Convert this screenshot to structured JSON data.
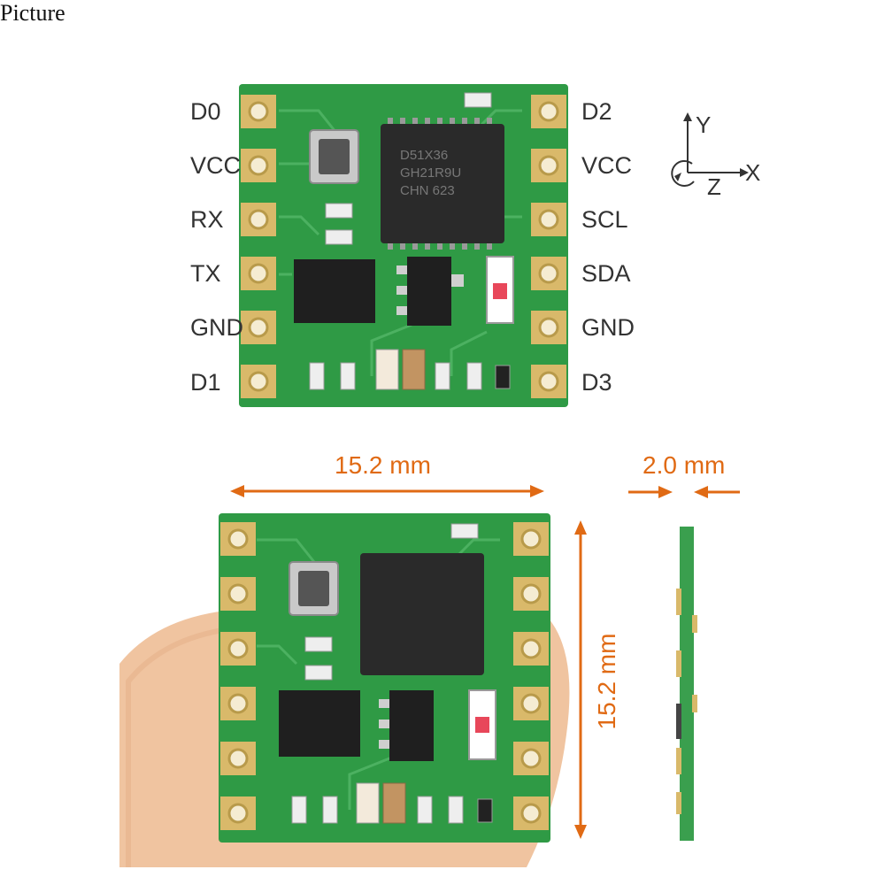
{
  "caption": "Picture",
  "pins_left": [
    "D0",
    "VCC",
    "RX",
    "TX",
    "GND",
    "D1"
  ],
  "pins_right": [
    "D2",
    "VCC",
    "SCL",
    "SDA",
    "GND",
    "D3"
  ],
  "axes": {
    "y": "Y",
    "x": "X",
    "z": "Z"
  },
  "dimensions": {
    "width": "15.2 mm",
    "height": "15.2 mm",
    "thickness": "2.0 mm"
  },
  "chip_marking": [
    "D51X36",
    "GH21R9U",
    "CHN 623"
  ],
  "colors": {
    "pcb": "#2f9a45",
    "pad": "#d9b96a",
    "accent": "#e06a14",
    "chip": "#2a2a2a"
  }
}
